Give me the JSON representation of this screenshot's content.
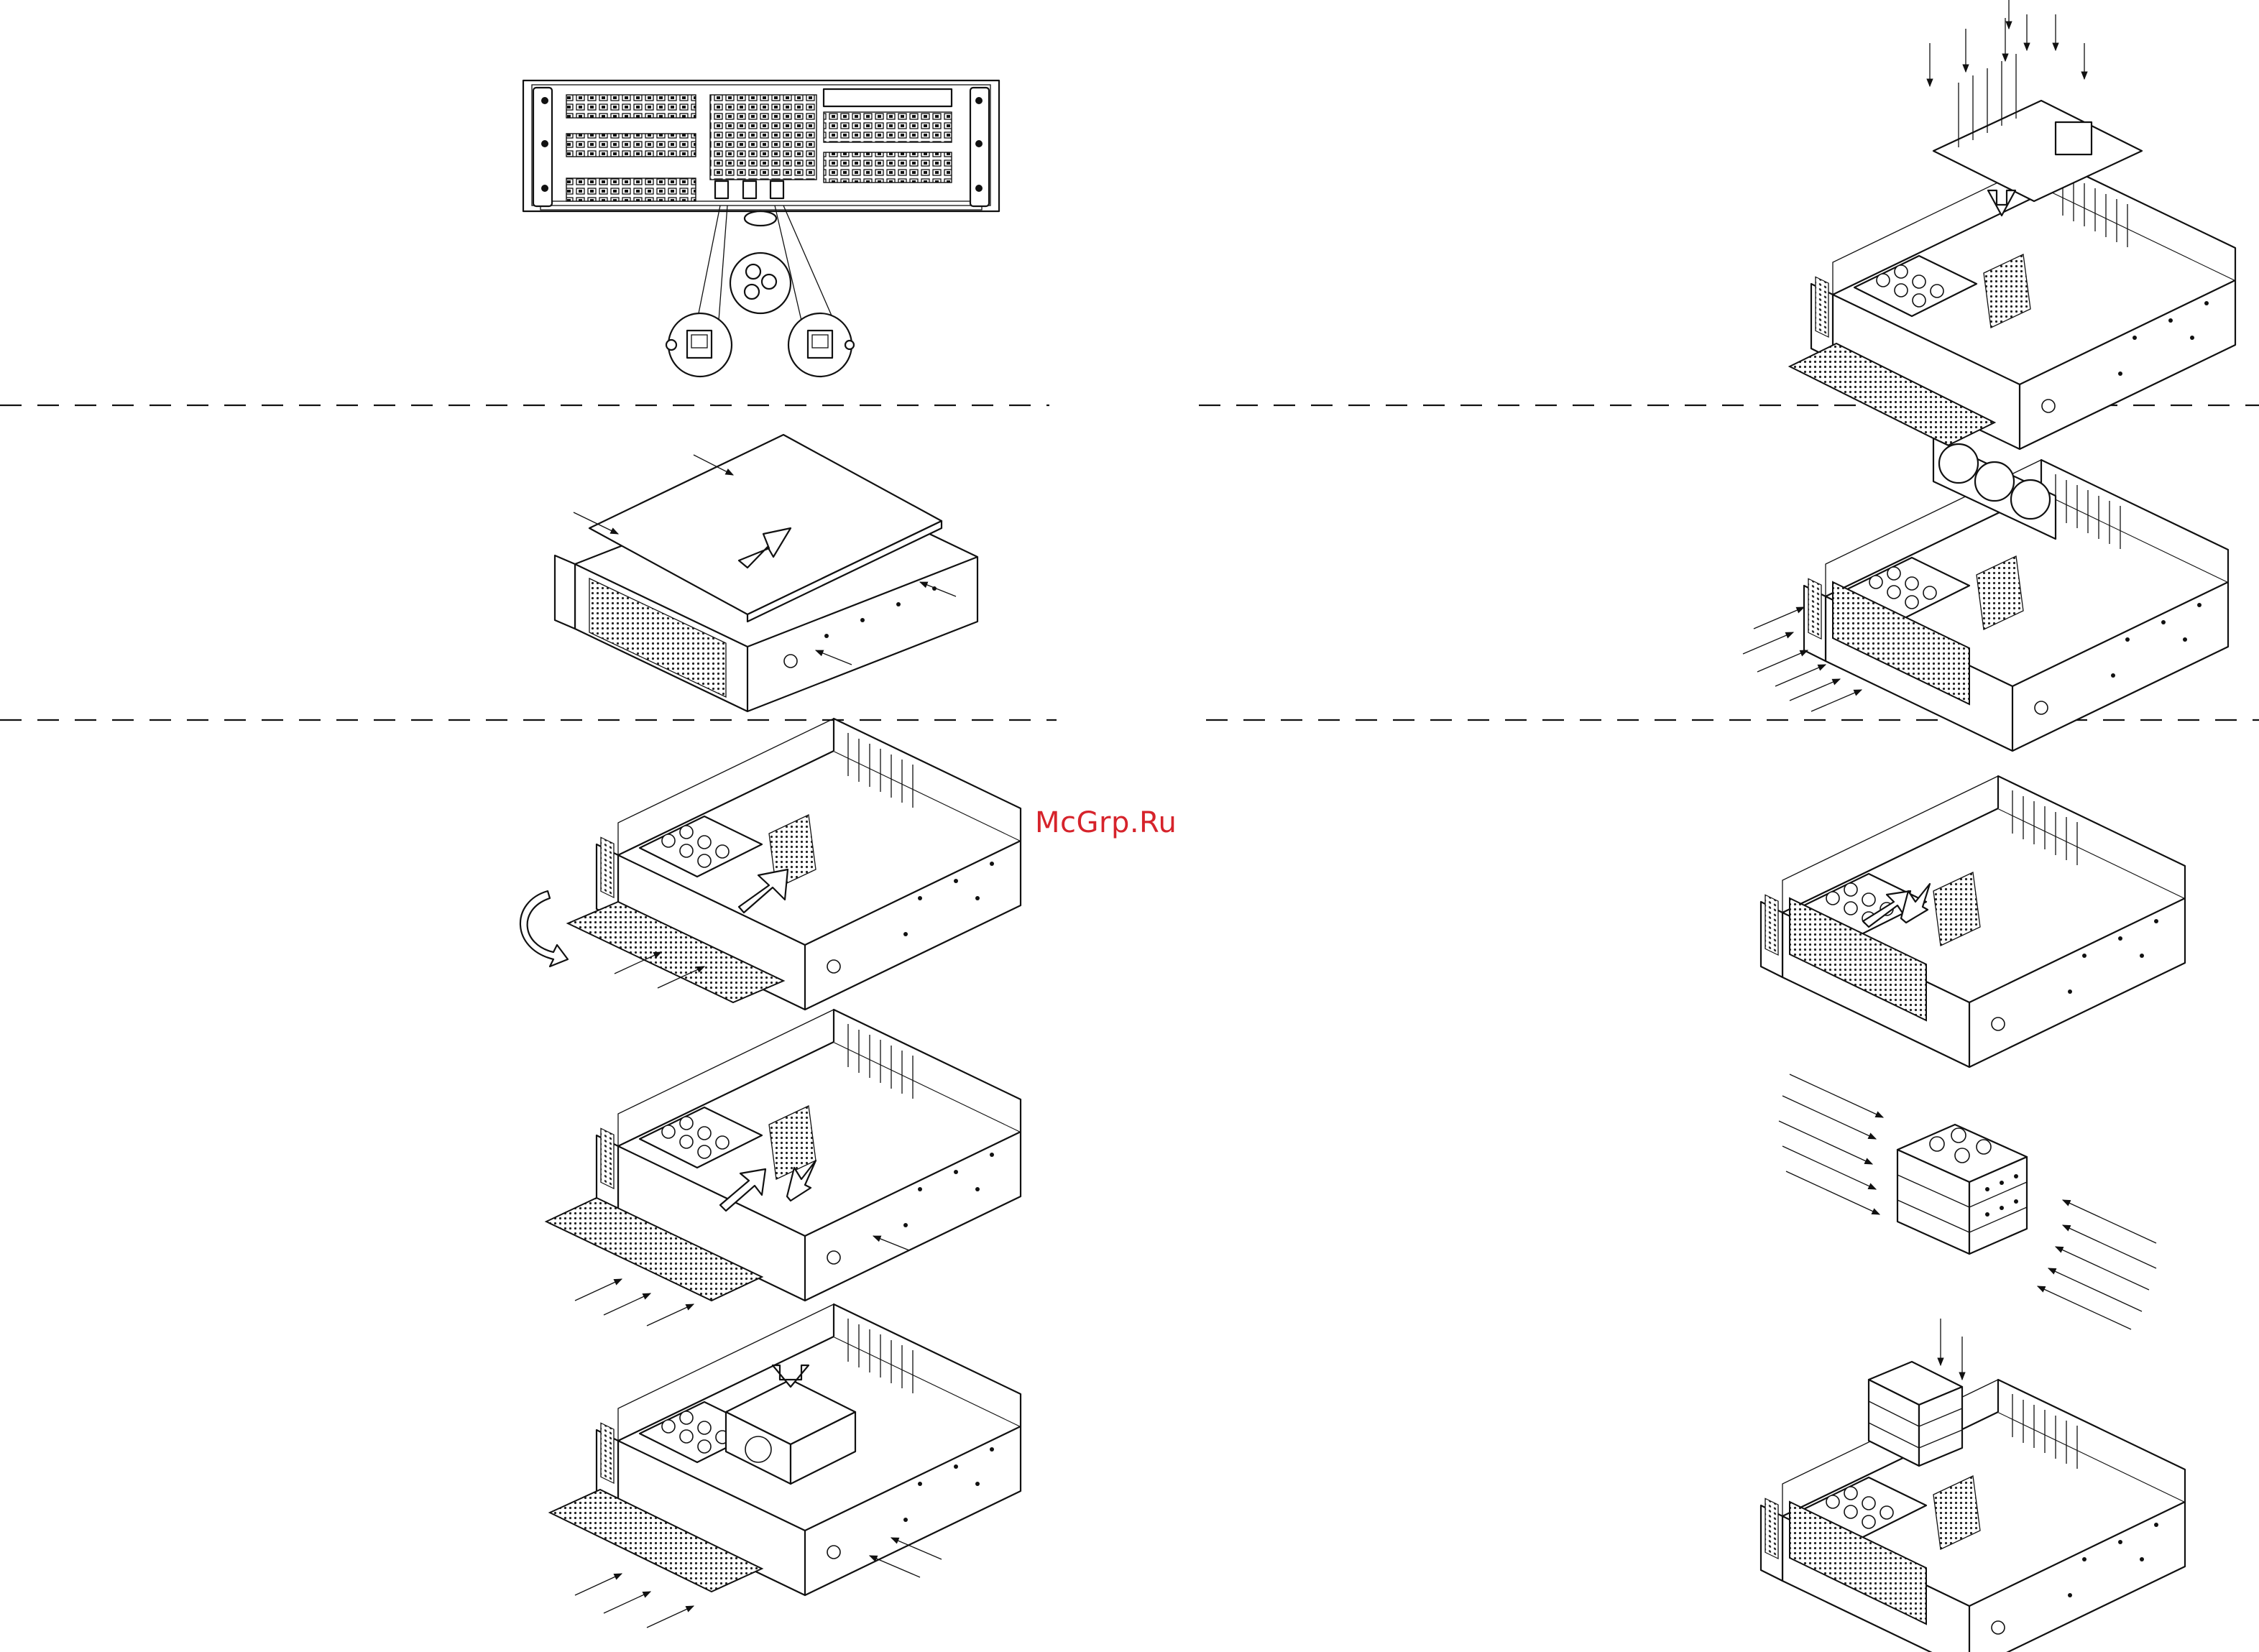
{
  "watermark": {
    "text": "McGrp.Ru",
    "color": "#d6232b"
  },
  "colors": {
    "line": "#111111",
    "background": "#ffffff"
  },
  "panels": [
    {
      "id": "front-panel-detail",
      "icon": "chassis-front-view-icon"
    },
    {
      "id": "remove-top-cover",
      "icon": "chassis-cover-icon"
    },
    {
      "id": "open-front-bezel",
      "icon": "chassis-open-icon"
    },
    {
      "id": "install-drives",
      "icon": "chassis-drive-icon"
    },
    {
      "id": "install-power-supply",
      "icon": "power-supply-icon"
    },
    {
      "id": "install-motherboard",
      "icon": "motherboard-install-icon"
    },
    {
      "id": "install-fans",
      "icon": "fan-assembly-icon"
    },
    {
      "id": "remove-drive-cage",
      "icon": "chassis-open-icon"
    },
    {
      "id": "drive-cage-screws",
      "icon": "drive-cage-icon"
    },
    {
      "id": "install-drive-cage",
      "icon": "drive-cage-icon"
    }
  ]
}
